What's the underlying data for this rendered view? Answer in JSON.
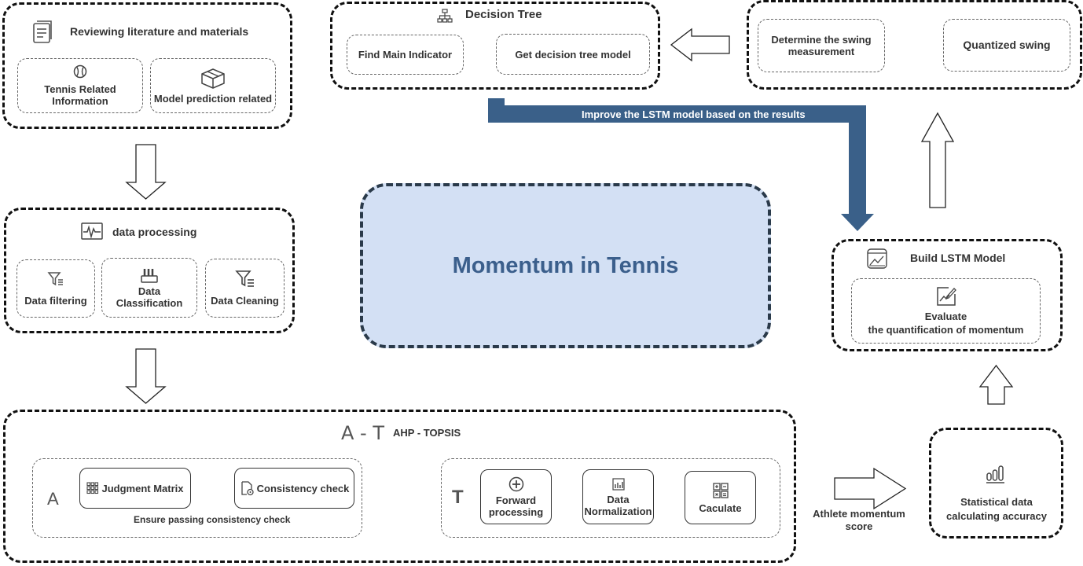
{
  "center": {
    "title": "Momentum in Tennis"
  },
  "literature": {
    "title": "Reviewing literature and materials",
    "items": [
      "Tennis Related Information",
      "Model prediction related"
    ]
  },
  "processing": {
    "title": "data processing",
    "items": [
      "Data filtering",
      "Data Classification",
      "Data Cleaning"
    ]
  },
  "ahp": {
    "title": "AHP - TOPSIS",
    "icon_text": "A - T",
    "a_label": "A",
    "t_label": "T",
    "judgment": "Judgment Matrix",
    "consistency": "Consistency check",
    "loop_label": "Ensure passing consistency check",
    "forward": "Forward processing",
    "normalization": "Data Normalization",
    "calculate": "Caculate"
  },
  "decision_tree": {
    "title": "Decision Tree",
    "find": "Find Main Indicator",
    "get": "Get decision tree model"
  },
  "swing": {
    "determine": "Determine the swing measurement",
    "quantized": "Quantized swing"
  },
  "lstm": {
    "title": "Build LSTM Model",
    "evaluate_line1": "Evaluate",
    "evaluate_line2": "the quantification of momentum"
  },
  "improve_label": "Improve the LSTM model based on the results",
  "athlete_label": "Athlete momentum score",
  "stats": {
    "label": "Statistical data calculating accuracy"
  },
  "colors": {
    "accent": "#3a6089",
    "center_fill": "#d3e0f4",
    "center_text": "#3b5f8c",
    "dark_border": "#2a3a4a"
  }
}
